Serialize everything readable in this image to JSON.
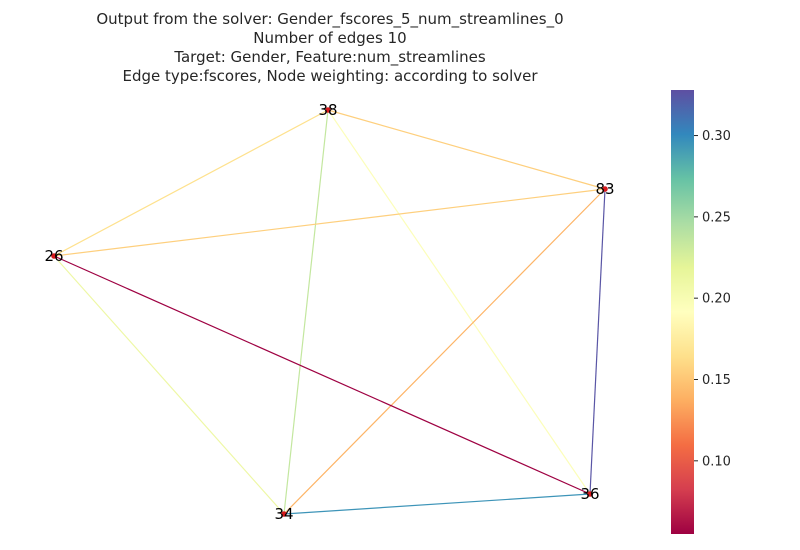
{
  "title": {
    "line1": "Output from the solver: Gender_fscores_5_num_streamlines_0",
    "line2": "Number of edges 10",
    "line3": "Target: Gender, Feature:num_streamlines",
    "line4": "Edge type:fscores, Node weighting: according to solver"
  },
  "graph": {
    "nodes": [
      {
        "id": "38",
        "label": "38"
      },
      {
        "id": "83",
        "label": "83"
      },
      {
        "id": "26",
        "label": "26"
      },
      {
        "id": "34",
        "label": "34"
      },
      {
        "id": "36",
        "label": "36"
      }
    ],
    "node_color": "#d7191c",
    "edges": [
      {
        "source": "38",
        "target": "83",
        "weight": 0.155
      },
      {
        "source": "38",
        "target": "26",
        "weight": 0.165
      },
      {
        "source": "38",
        "target": "34",
        "weight": 0.235
      },
      {
        "source": "38",
        "target": "36",
        "weight": 0.195
      },
      {
        "source": "83",
        "target": "26",
        "weight": 0.155
      },
      {
        "source": "83",
        "target": "34",
        "weight": 0.14
      },
      {
        "source": "83",
        "target": "36",
        "weight": 0.325
      },
      {
        "source": "26",
        "target": "34",
        "weight": 0.21
      },
      {
        "source": "26",
        "target": "36",
        "weight": 0.055
      },
      {
        "source": "34",
        "target": "36",
        "weight": 0.295
      }
    ]
  },
  "colorbar": {
    "colormap": "Spectral",
    "min": 0.055,
    "max": 0.328,
    "ticks": [
      "0.10",
      "0.15",
      "0.20",
      "0.25",
      "0.30"
    ]
  }
}
